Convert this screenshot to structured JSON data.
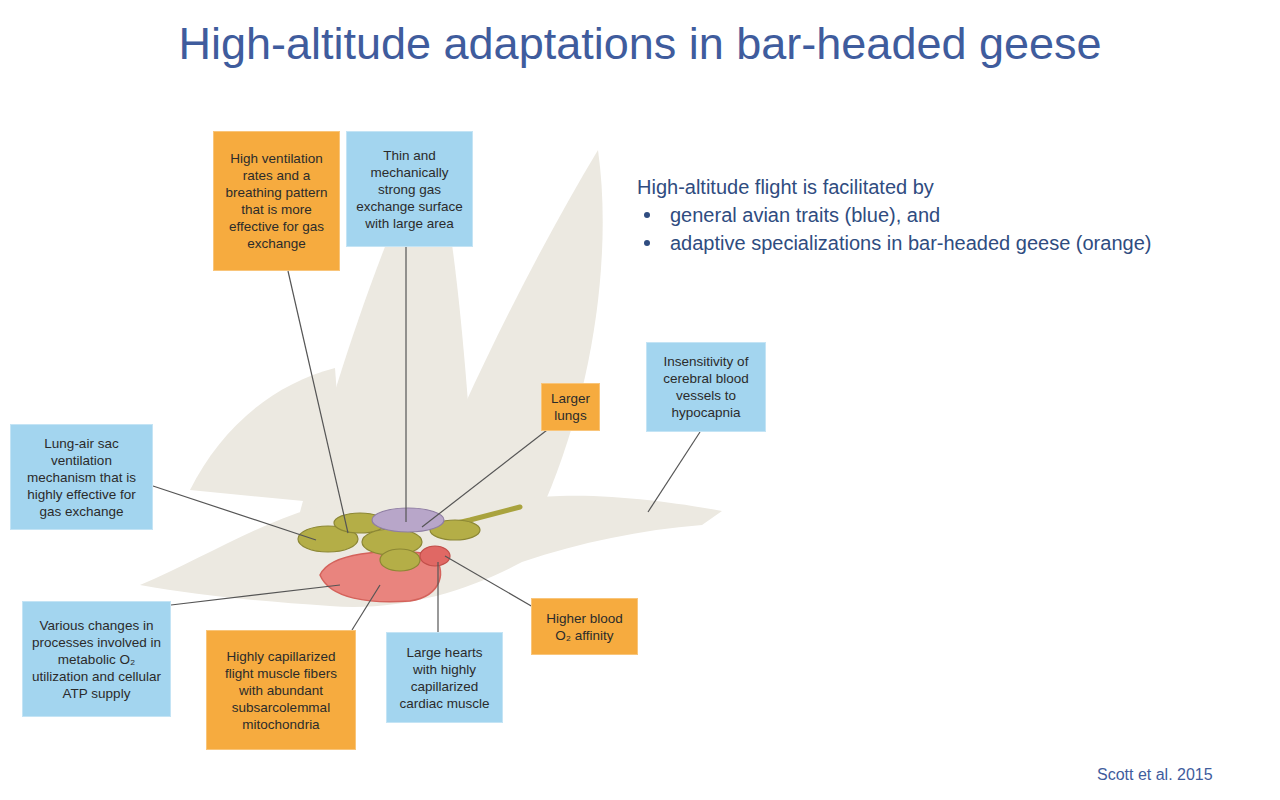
{
  "diagram": {
    "title": "High-altitude adaptations in bar-headed geese",
    "nodes": [
      {
        "text": [
          "High ventilation rates and a breathing pattern that is more effective for gas exchange"
        ]
      },
      {
        "text": [
          "Thin and mechanically strong gas exchange surface with large area"
        ]
      },
      {
        "text": [
          "Larger lungs"
        ]
      },
      {
        "text": [
          "Insensitivity of cerebral blood vessels to hypocapnia"
        ]
      },
      {
        "text": [
          "Lung-air sac ventilation mechanism that is highly effective for gas exchange"
        ]
      },
      {
        "text": [
          "Higher blood O₂ affinity"
        ]
      },
      {
        "text": [
          "Various changes in processes involved in metabolic O₂ utilization and cellular ATP supply"
        ]
      },
      {
        "text": [
          "Highly capillarized flight muscle fibers with abundant subsarcolemmal mitochondria"
        ]
      },
      {
        "text": [
          "Large hearts with highly capillarized cardiac muscle"
        ]
      }
    ],
    "labels": [
      "High-altitude flight is facilitated by",
      "general avian traits (blue), and",
      "adaptive specializations in bar-headed geese (orange)",
      "Scott et al. 2015"
    ]
  }
}
